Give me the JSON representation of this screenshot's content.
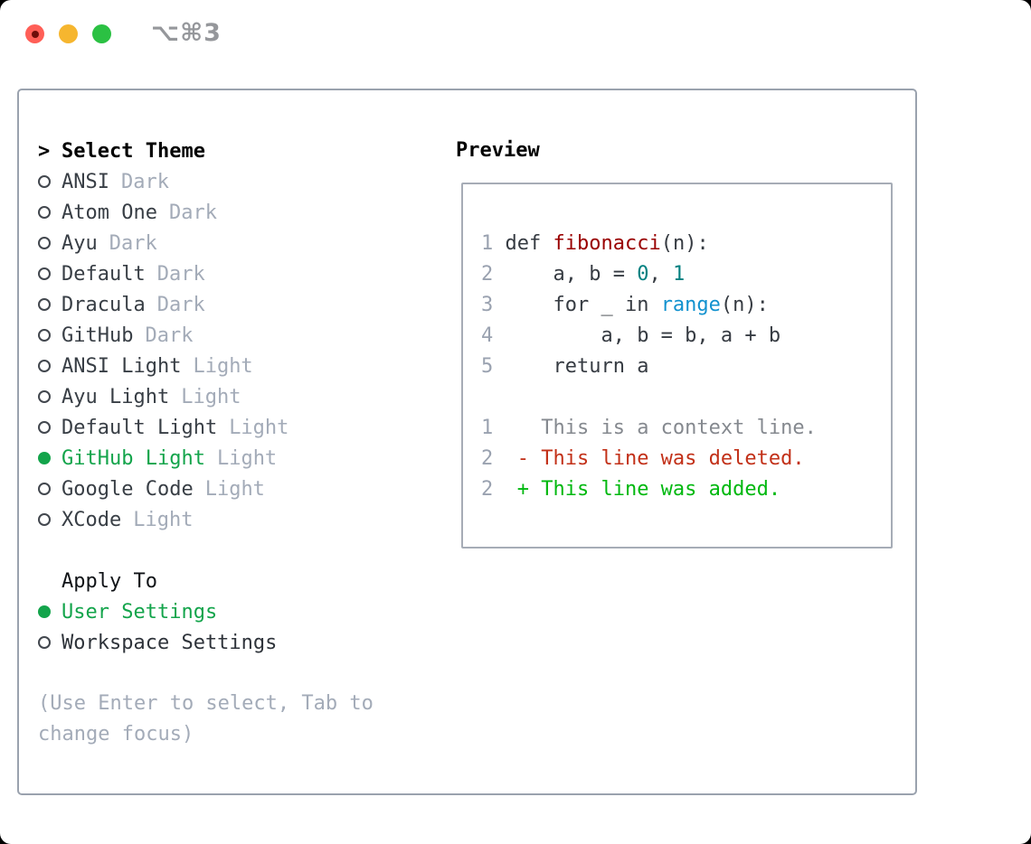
{
  "window": {
    "title": "⌥⌘3"
  },
  "picker": {
    "cursor": ">",
    "title": "Select Theme",
    "items": [
      {
        "name": "ANSI",
        "tag": "Dark",
        "selected": false
      },
      {
        "name": "Atom One",
        "tag": "Dark",
        "selected": false
      },
      {
        "name": "Ayu",
        "tag": "Dark",
        "selected": false
      },
      {
        "name": "Default",
        "tag": "Dark",
        "selected": false
      },
      {
        "name": "Dracula",
        "tag": "Dark",
        "selected": false
      },
      {
        "name": "GitHub",
        "tag": "Dark",
        "selected": false
      },
      {
        "name": "ANSI Light",
        "tag": "Light",
        "selected": false
      },
      {
        "name": "Ayu Light",
        "tag": "Light",
        "selected": false
      },
      {
        "name": "Default Light",
        "tag": "Light",
        "selected": false
      },
      {
        "name": "GitHub Light",
        "tag": "Light",
        "selected": true
      },
      {
        "name": "Google Code",
        "tag": "Light",
        "selected": false
      },
      {
        "name": "XCode",
        "tag": "Light",
        "selected": false
      }
    ],
    "apply_to": {
      "label": "Apply To",
      "options": [
        {
          "name": "User Settings",
          "selected": true
        },
        {
          "name": "Workspace Settings",
          "selected": false
        }
      ]
    },
    "hint_lines": [
      "(Use Enter to select, Tab to",
      "change focus)"
    ]
  },
  "preview": {
    "label": "Preview",
    "lines": [
      {
        "num": "1",
        "segments": [
          {
            "t": " def ",
            "c": "p"
          },
          {
            "t": "fibonacci",
            "c": "fn"
          },
          {
            "t": "(n):",
            "c": "p"
          }
        ]
      },
      {
        "num": "2",
        "segments": [
          {
            "t": "     a, b = ",
            "c": "p"
          },
          {
            "t": "0",
            "c": "num"
          },
          {
            "t": ", ",
            "c": "p"
          },
          {
            "t": "1",
            "c": "num"
          }
        ]
      },
      {
        "num": "3",
        "segments": [
          {
            "t": "     for _ in ",
            "c": "p"
          },
          {
            "t": "range",
            "c": "bi"
          },
          {
            "t": "(n):",
            "c": "p"
          }
        ]
      },
      {
        "num": "4",
        "segments": [
          {
            "t": "         a, b = b, a + b",
            "c": "p"
          }
        ]
      },
      {
        "num": "5",
        "segments": [
          {
            "t": "     return a",
            "c": "p"
          }
        ]
      },
      {
        "num": "",
        "segments": []
      },
      {
        "num": "1",
        "segments": [
          {
            "t": "    This is a context line.",
            "c": "ctx"
          }
        ]
      },
      {
        "num": "2",
        "segments": [
          {
            "t": "  - This line was deleted.",
            "c": "del"
          }
        ]
      },
      {
        "num": "2",
        "segments": [
          {
            "t": "  + This line was added.",
            "c": "add"
          }
        ]
      }
    ]
  },
  "colors": {
    "selected_green": "#13a44b",
    "added_green": "#00b80f",
    "deleted_red": "#c23018",
    "function_red": "#990000",
    "number_teal": "#008080",
    "builtin_blue": "#1292cf",
    "context_gray": "#85898f",
    "line_number_gray": "#9aa2b0",
    "tag_gray": "#a3abb8",
    "panel_border": "#9aa2ae",
    "traffic_red": "#ff5f57",
    "traffic_yellow": "#f6b62f",
    "traffic_green": "#2bc143"
  }
}
